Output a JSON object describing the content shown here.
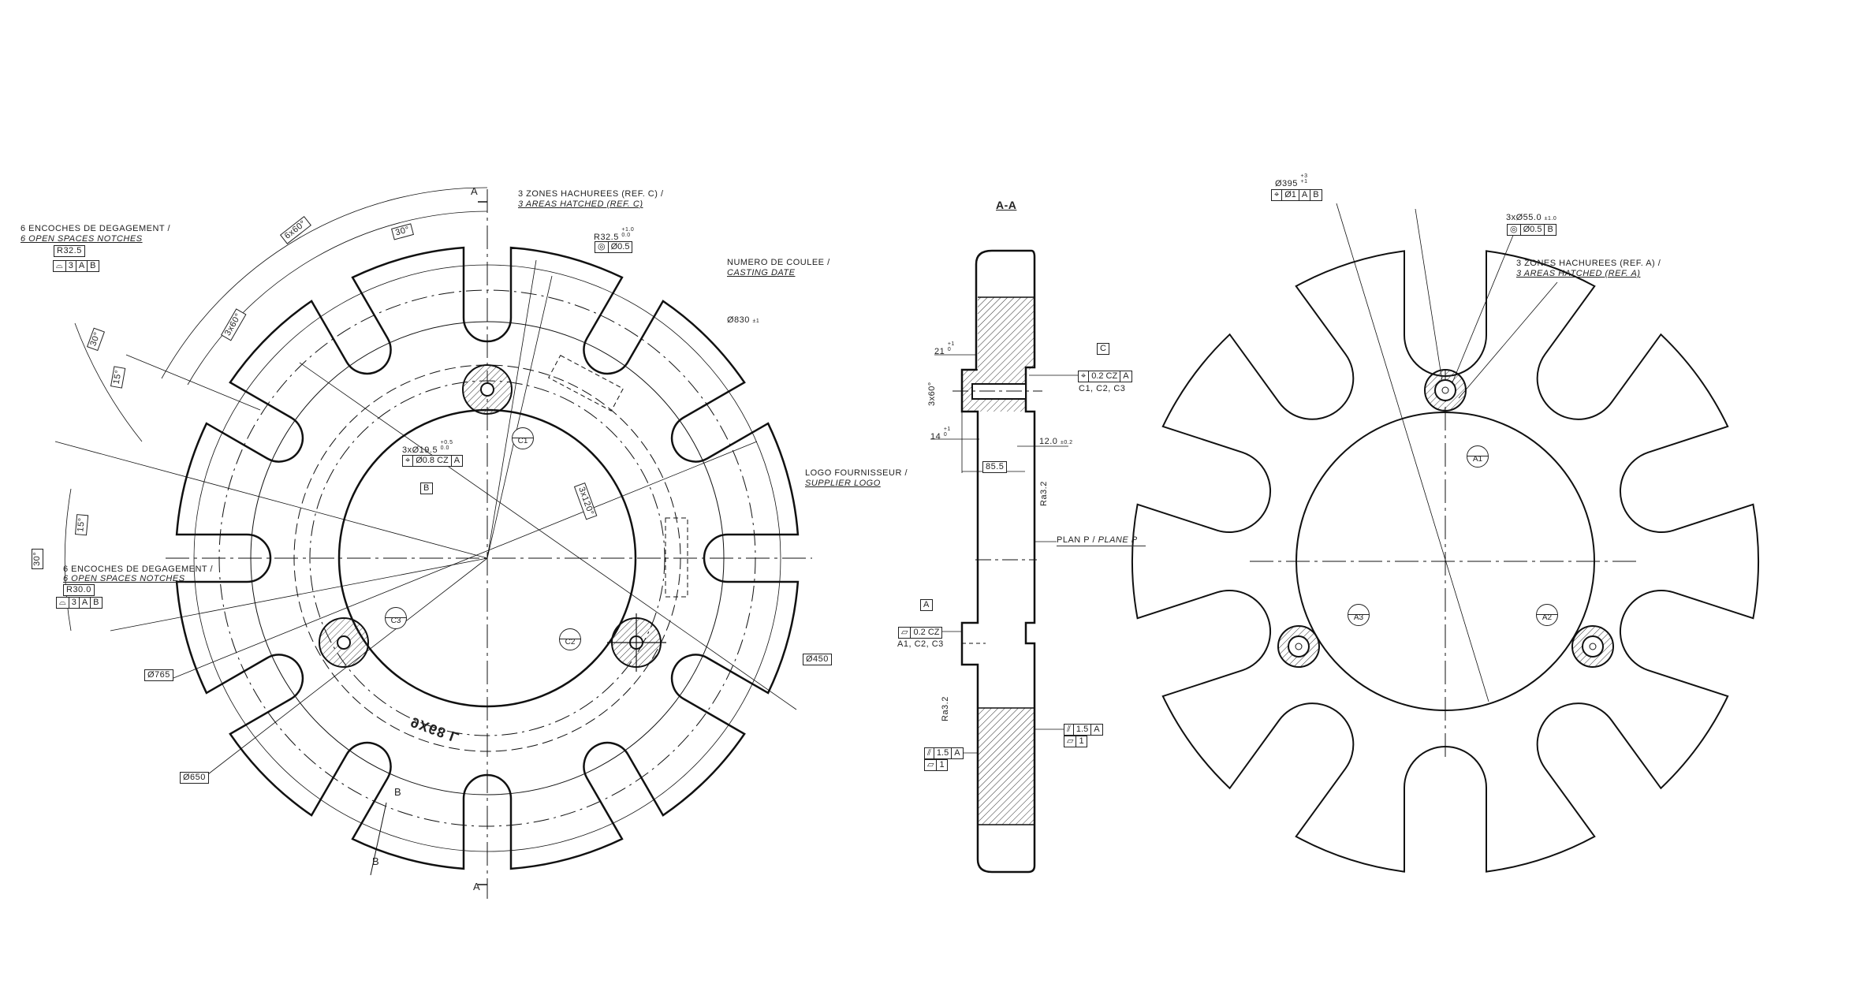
{
  "front_view": {
    "notches_note_1": {
      "fr": "6 ENCOCHES DE DEGAGEMENT /",
      "en": "6 OPEN SPACES NOTCHES",
      "radius": "R32.5",
      "profile": [
        "⌓",
        "3",
        "A",
        "B"
      ]
    },
    "notches_note_2": {
      "fr": "6 ENCOCHES DE DEGAGEMENT /",
      "en": "6 OPEN SPACES NOTCHES",
      "radius": "R30.0",
      "profile": [
        "⌓",
        "3",
        "A",
        "B"
      ]
    },
    "hatched_note": {
      "fr": "3 ZONES HACHUREES (REF. C) /",
      "en": "3 AREAS HATCHED (REF. C)"
    },
    "section_marker": "A",
    "section_marker_b": "B",
    "radius_tol": {
      "value": "R32.5",
      "upper": "+1.0",
      "lower": "0.0",
      "frame": [
        "◎",
        "Ø0.5"
      ]
    },
    "casting_note": {
      "fr": "NUMERO DE COULEE /",
      "en": "CASTING DATE"
    },
    "dia_830": {
      "value": "Ø830",
      "tol": "±1"
    },
    "holes": {
      "count": "3x",
      "value": "Ø19.5",
      "upper": "+0.5",
      "lower": "0.0",
      "frame": [
        "⌖",
        "Ø0.8 CZ",
        "A"
      ],
      "datum": "B"
    },
    "angle_3x120": "3x120°",
    "logo_note": {
      "fr": "LOGO FOURNISSEUR /",
      "en": "SUPPLIER LOGO"
    },
    "angles": {
      "a6x60": "6x60°",
      "a30_top": "30°",
      "a3x60": "3x60°",
      "a30_left": "30°",
      "a15_left": "15°",
      "a30_low": "30°",
      "a15_low": "15°"
    },
    "datum_targets": [
      "C1",
      "C2",
      "C3"
    ],
    "diameters": {
      "d765": "Ø765",
      "d450": "Ø450",
      "d650": "Ø650"
    },
    "casting_mark": "9X68 L"
  },
  "section_view": {
    "title": "A-A",
    "dim_21": {
      "value": "21",
      "upper": "+1",
      "lower": "0"
    },
    "dim_14": {
      "value": "14",
      "upper": "+1",
      "lower": "0"
    },
    "angle": "3x60°",
    "datum_c": "C",
    "pos_frame": [
      "⌖",
      "0.2 CZ",
      "A"
    ],
    "pos_frame_note": "C1, C2, C3",
    "dim_12": {
      "value": "12.0",
      "tol": "±0.2"
    },
    "dim_85": "85.5",
    "roughness_1": "Ra3.2",
    "roughness_2": "Ra3.2",
    "plane_note": {
      "fr": "PLAN P",
      "sep": "/",
      "en": "PLANE P"
    },
    "datum_a": "A",
    "flat_frame": [
      "▱",
      "0.2 CZ"
    ],
    "flat_frame_note": "A1, C2, C3",
    "parallel_right": {
      "row1": [
        "⫽",
        "1.5",
        "A"
      ],
      "row2": [
        "▱",
        "1"
      ]
    },
    "parallel_left": {
      "row1": [
        "⫽",
        "1.5",
        "A"
      ],
      "row2": [
        "▱",
        "1"
      ]
    }
  },
  "back_view": {
    "dia_395": {
      "value": "Ø395",
      "upper": "+3",
      "lower": "+1",
      "frame": [
        "⌖",
        "Ø1",
        "A",
        "B"
      ]
    },
    "holes": {
      "count": "3x",
      "value": "Ø55.0",
      "tol": "±1.0",
      "frame": [
        "◎",
        "Ø0.5",
        "B"
      ]
    },
    "hatched_note": {
      "fr": "3 ZONES HACHUREES (REF. A) /",
      "en": "3 AREAS HATCHED (REF. A)"
    },
    "datum_targets": [
      "A1",
      "A3",
      "A2"
    ]
  }
}
